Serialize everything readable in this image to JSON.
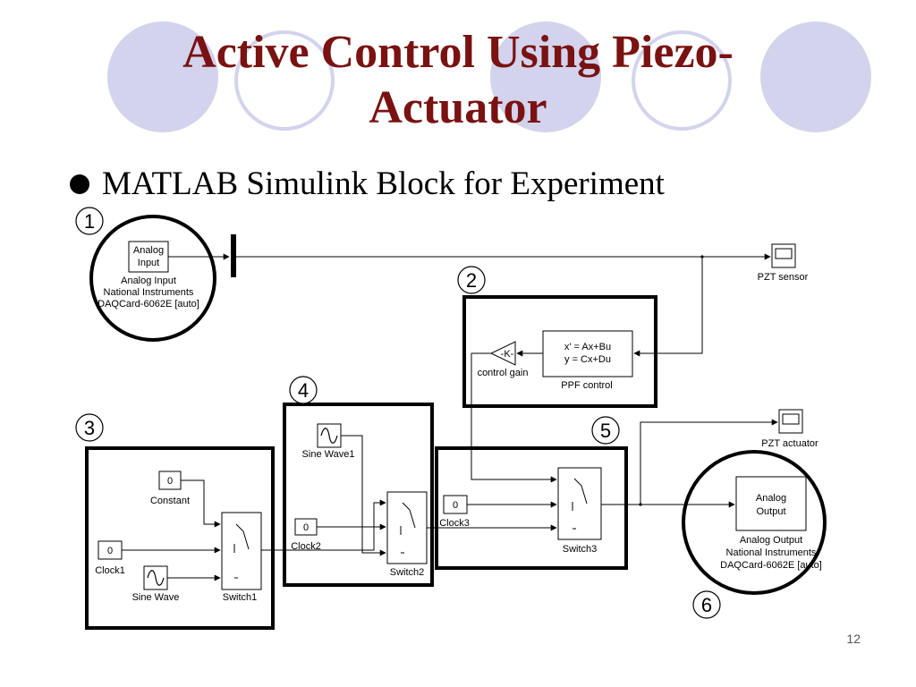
{
  "slide": {
    "title_line1": "Active Control Using Piezo-",
    "title_line2": "Actuator",
    "bullet": "MATLAB Simulink Block for Experiment",
    "page_number": "12"
  },
  "colors": {
    "title": "#7a1212",
    "decoration": "#d3d3ed"
  },
  "callouts": [
    "1",
    "2",
    "3",
    "4",
    "5",
    "6"
  ],
  "blocks": {
    "analog_input": {
      "line1": "Analog",
      "line2": "Input",
      "caption1": "Analog Input",
      "caption2": "National Instruments",
      "caption3": "DAQCard-6062E [auto]"
    },
    "pzt_sensor": {
      "caption": "PZT sensor",
      "icon": "scope-icon"
    },
    "ppf_control": {
      "eq1": "x' = Ax+Bu",
      "eq2": "y = Cx+Du",
      "caption": "PPF control"
    },
    "control_gain": {
      "symbol": "-K-",
      "caption": "control gain"
    },
    "pzt_actuator": {
      "caption": "PZT actuator",
      "icon": "scope-icon"
    },
    "sine_wave1": {
      "caption": "Sine Wave1",
      "icon": "sine-wave-icon"
    },
    "switch2": {
      "caption": "Switch2"
    },
    "clock2": {
      "value": "0",
      "caption": "Clock2"
    },
    "clock3": {
      "value": "0",
      "caption": "Clock3"
    },
    "switch3": {
      "caption": "Switch3"
    },
    "analog_output": {
      "line1": "Analog",
      "line2": "Output",
      "caption1": "Analog Output",
      "caption2": "National Instruments",
      "caption3": "DAQCard-6062E [auto]"
    },
    "constant": {
      "value": "0",
      "caption": "Constant"
    },
    "clock1": {
      "value": "0",
      "caption": "Clock1"
    },
    "sine_wave": {
      "caption": "Sine Wave",
      "icon": "sine-wave-icon"
    },
    "switch1": {
      "caption": "Switch1"
    }
  }
}
